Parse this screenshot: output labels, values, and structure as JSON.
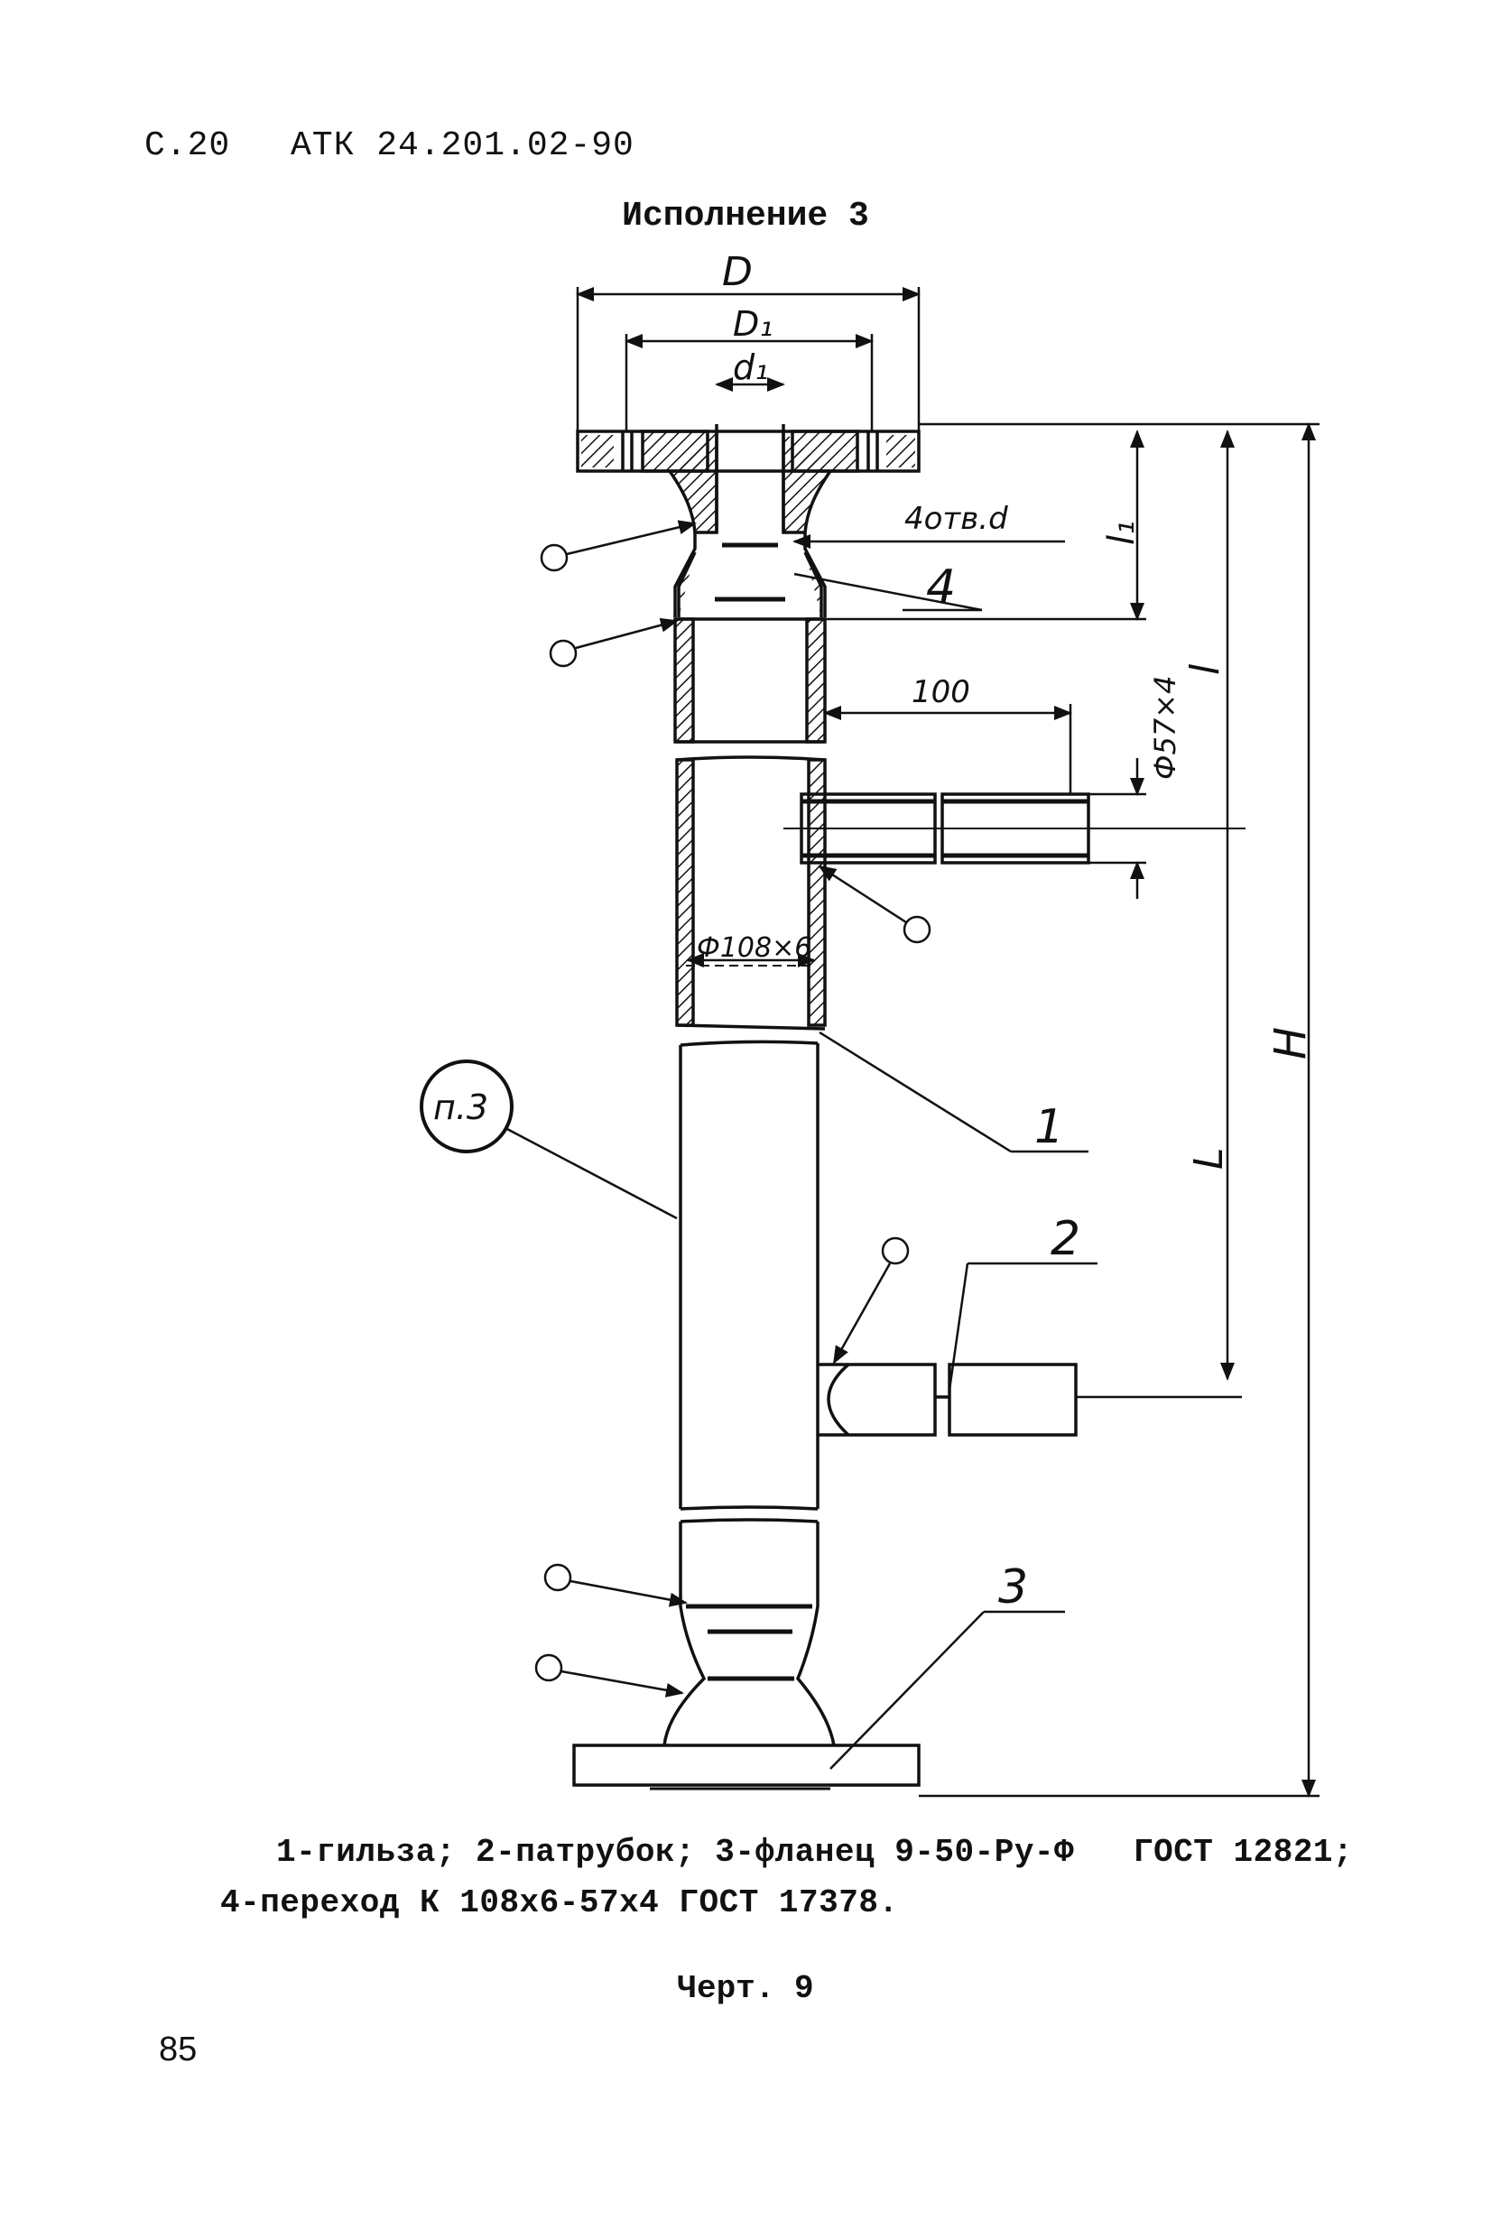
{
  "header": {
    "page_ref": "С.20",
    "doc_code": "АТК 24.201.02-90"
  },
  "variant_title": "Исполнение 3",
  "drawing": {
    "dim_D": "D",
    "dim_D1": "D₁",
    "dim_d1": "d₁",
    "holes_label": "4отв.d",
    "dim_l1": "l₁",
    "dim_l": "l",
    "dim_L": "L",
    "dim_H": "H",
    "dim_100": "100",
    "dim_pipe_small": "Ф57×4",
    "dim_pipe_main": "Ф108×6",
    "callout_1": "1",
    "callout_2": "2",
    "callout_3": "3",
    "callout_4": "4",
    "ref_note": "п.3"
  },
  "caption": {
    "line1": "1-гильза; 2-патрубок; 3-фланец 9-50-Pу-Ф",
    "gost1": "ГОСТ 12821;",
    "line2": "4-переход К 108х6-57х4 ГОСТ 17378."
  },
  "figure_caption": "Черт. 9",
  "page_number": "85"
}
